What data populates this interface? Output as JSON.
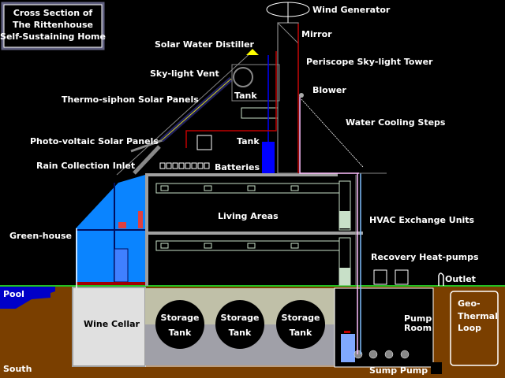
{
  "title": {
    "lines": [
      "Cross Section of",
      "The Rittenhouse",
      "Self-Sustaining Home"
    ]
  },
  "labels": {
    "wind_generator": "Wind Generator",
    "mirror": "Mirror",
    "solar_water_distiller": "Solar Water Distiller",
    "periscope_tower": "Periscope Sky-light Tower",
    "skylight_vent": "Sky-light Vent",
    "blower": "Blower",
    "thermo_siphon": "Thermo-siphon Solar Panels",
    "tank_upper": "Tank",
    "water_cooling_steps": "Water Cooling Steps",
    "photo_voltaic": "Photo-voltaic Solar Panels",
    "tank_middle": "Tank",
    "rain_inlet": "Rain Collection Inlet",
    "batteries": "Batteries",
    "living_areas": "Living Areas",
    "hvac_units": "HVAC Exchange Units",
    "greenhouse": "Green-house",
    "recovery_heatpumps": "Recovery Heat-pumps",
    "outlet": "Outlet",
    "pool": "Pool",
    "wine_cellar": "Wine Cellar",
    "storage_tank_1": [
      "Storage",
      "Tank"
    ],
    "storage_tank_2": [
      "Storage",
      "Tank"
    ],
    "storage_tank_3": [
      "Storage",
      "Tank"
    ],
    "pump_room": [
      "Pump",
      "Room"
    ],
    "geothermal": [
      "Geo-",
      "Thermal",
      "Loop"
    ],
    "south": "South",
    "sump_pump": "Sump Pump"
  },
  "colors": {
    "background": "#000000",
    "earth": "#7a3f00",
    "greenhouse": "#0a84ff",
    "pool": "#0000c8",
    "ground_line": "#22c022",
    "wall": "#a0a0a0",
    "cellar": "#e0e0e0",
    "pipe_red": "#c00000",
    "pipe_blue": "#0000ff",
    "hvac": "#c8e0c8"
  }
}
